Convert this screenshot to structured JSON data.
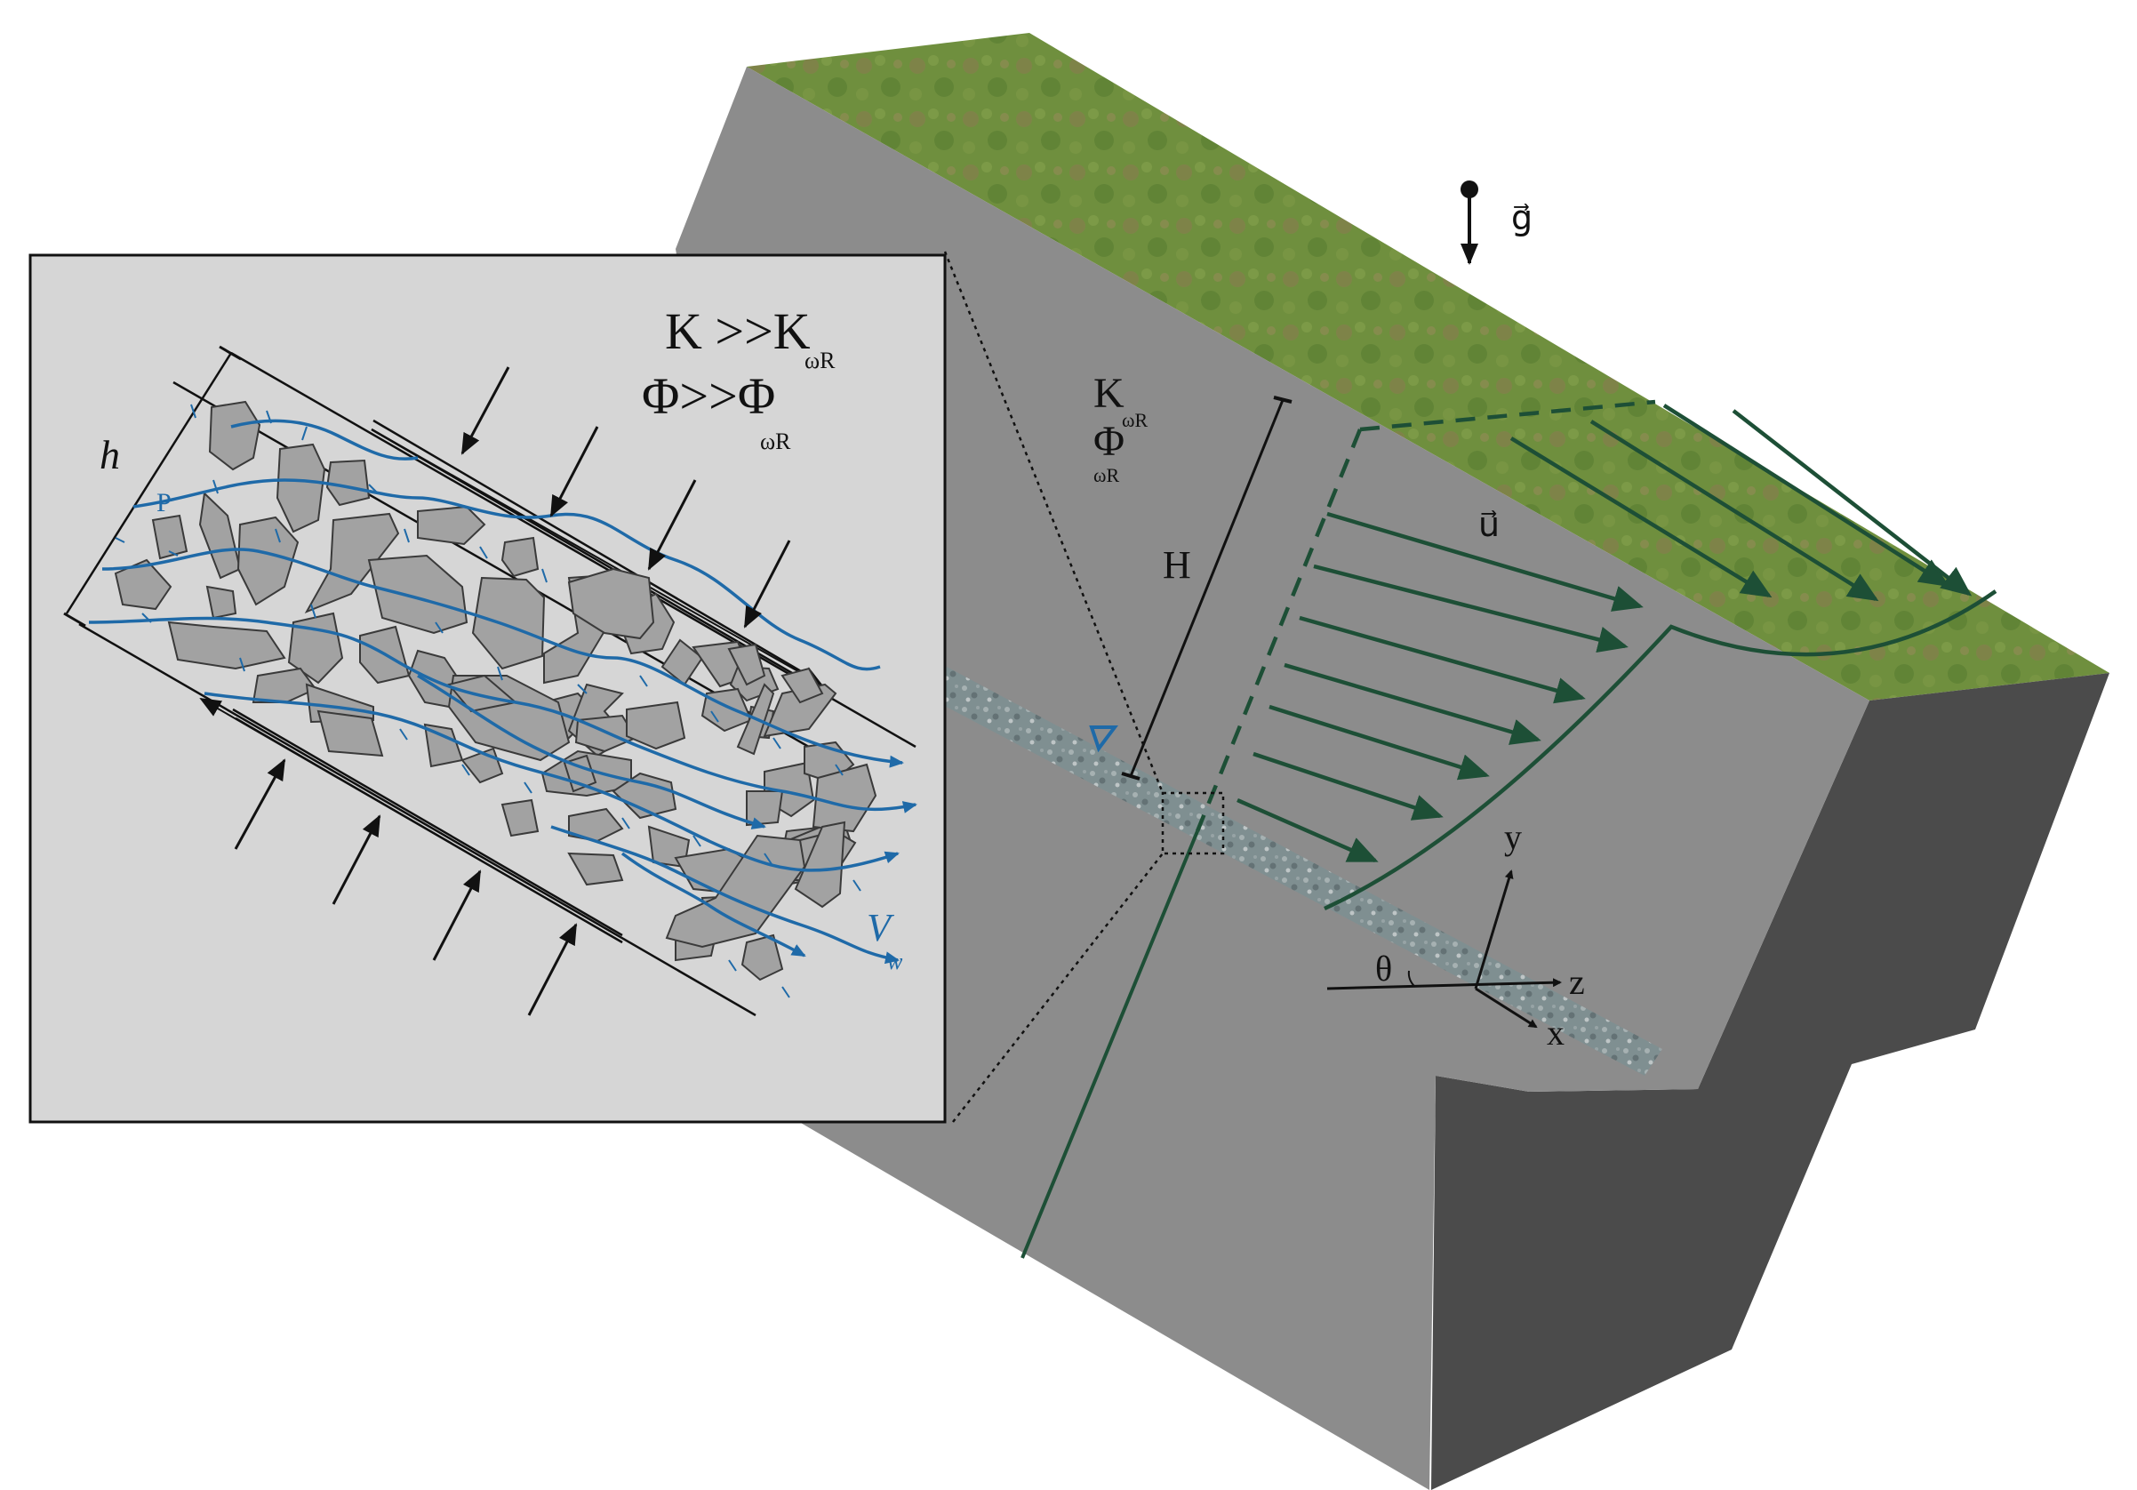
{
  "labels": {
    "gravity": "g⃗",
    "velocity": "u⃗",
    "block_K": "K",
    "block_K_sub": "ωR",
    "block_Phi": "Φ",
    "block_Phi_sub": "ωR",
    "depth": "H",
    "axis_y": "y",
    "axis_z": "z",
    "axis_x": "x",
    "angle": "θ"
  },
  "inset": {
    "thickness": "h",
    "pressure": "P",
    "velocity_main": "V",
    "velocity_sub": "w",
    "relation_K": "K >>K",
    "relation_K_sub": "ωR",
    "relation_Phi": "Φ>>Φ",
    "relation_Phi_sub": "ωR"
  },
  "colors": {
    "block_front": "#8c8c8c",
    "block_side": "#4b4b4b",
    "grass": "#6f8f3e",
    "profile": "#1d4f36",
    "water": "#1f6aa8",
    "inset_bg": "#d6d6d6",
    "grain": "#a2a2a2"
  }
}
